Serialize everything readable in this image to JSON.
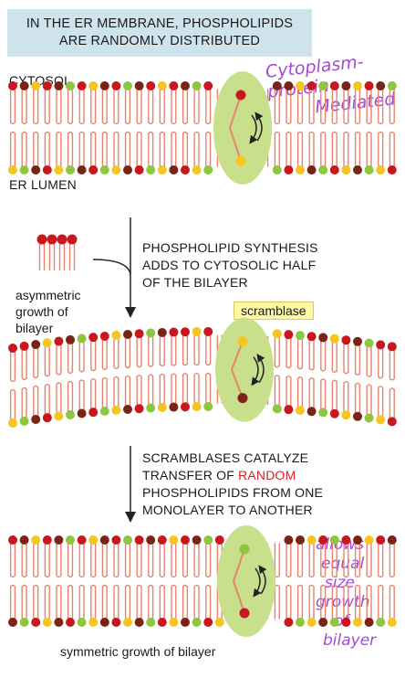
{
  "title": {
    "line1": "IN THE ER MEMBRANE, PHOSPHOLIPIDS",
    "line2": "ARE RANDOMLY DISTRIBUTED"
  },
  "labels": {
    "cytosol": "CYTOSOL",
    "er_lumen": "ER LUMEN",
    "scramblase": "scramblase",
    "asymmetric": [
      "asymmetric",
      "growth of",
      "bilayer"
    ],
    "symmetric": "symmetric growth of bilayer"
  },
  "steps": {
    "synthesis": [
      "PHOSPHOLIPID SYNTHESIS",
      "ADDS TO CYTOSOLIC HALF",
      "OF THE BILAYER"
    ],
    "transfer": {
      "line1": "SCRAMBLASES CATALYZE",
      "line2_prefix": "TRANSFER OF ",
      "line2_highlight": "RANDOM",
      "line3": "PHOSPHOLIPIDS FROM ONE",
      "line4": "MONOLAYER TO ANOTHER"
    }
  },
  "handwritten": {
    "note1": [
      "Cytoplasm-protein",
      "Mediated"
    ],
    "note2": [
      "allows",
      "equal",
      "size",
      "growth",
      "of",
      "bilayer"
    ]
  },
  "colors": {
    "red_head": "#c8171e",
    "maroon_head": "#7a2418",
    "green_head": "#8dc63f",
    "yellow_head": "#f6c51f",
    "tail": "#e8846e",
    "protein": "#c8df8c",
    "title_bg": "#cfe3ec",
    "highlight_bg": "#fff8a6",
    "handwriting": "#a34bd6",
    "emphasis": "#d8232a"
  }
}
